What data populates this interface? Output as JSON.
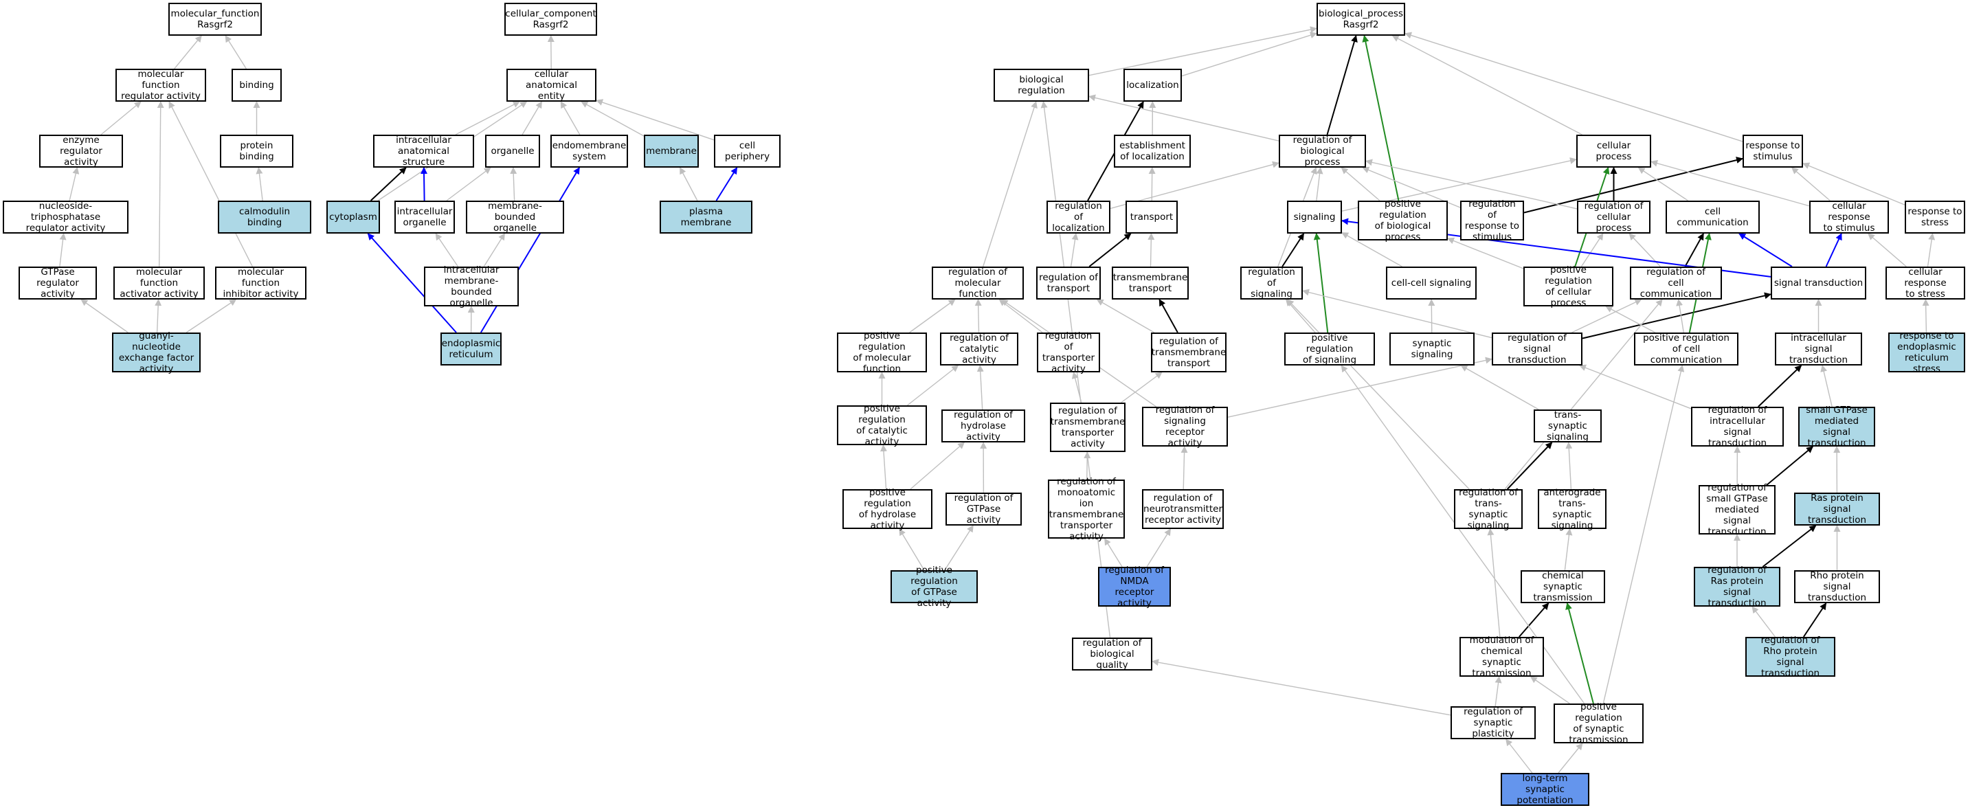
{
  "colors": {
    "annotated": "#add8e6",
    "query": "#6495ed",
    "edge_is_a": "#bfbfbf",
    "edge_part_of": "#000000",
    "edge_positively_regulates": "#228b22",
    "edge_regulates": "#0000ff"
  },
  "nodes": {
    "mf_root": "molecular_function\nRasgrf2",
    "mf_reg_activity": "molecular function\nregulator activity",
    "binding": "binding",
    "enzyme_reg": "enzyme regulator\nactivity",
    "protein_binding": "protein binding",
    "ntpase_reg": "nucleoside-triphosphatase\nregulator activity",
    "calmodulin_binding": "calmodulin binding",
    "gtpase_reg": "GTPase regulator\nactivity",
    "mf_activator": "molecular function\nactivator activity",
    "mf_inhibitor": "molecular function\ninhibitor activity",
    "gnef_activity": "guanyl-nucleotide\nexchange factor\nactivity",
    "cc_root": "cellular_component\nRasgrf2",
    "cell_anat_entity": "cellular anatomical\nentity",
    "intracell_anat": "intracellular\nanatomical structure",
    "organelle": "organelle",
    "endomembrane": "endomembrane\nsystem",
    "membrane": "membrane",
    "cell_periphery": "cell periphery",
    "cytoplasm": "cytoplasm",
    "intracell_organelle": "intracellular\norganelle",
    "membrane_bounded_org": "membrane-bounded\norganelle",
    "plasma_membrane": "plasma membrane",
    "intracell_mb_org": "intracellular\nmembrane-bounded\norganelle",
    "er": "endoplasmic\nreticulum",
    "bp_root": "biological_process\nRasgrf2",
    "bio_reg": "biological regulation",
    "localization": "localization",
    "est_localization": "establishment\nof localization",
    "reg_bio_process": "regulation of\nbiological process",
    "cellular_process": "cellular process",
    "response_stimulus": "response to\nstimulus",
    "reg_localization": "regulation of\nlocalization",
    "transport": "transport",
    "signaling": "signaling",
    "pos_reg_bio_process": "positive regulation\nof biological\nprocess",
    "reg_response_stimulus": "regulation of\nresponse to\nstimulus",
    "reg_cellular_process": "regulation of\ncellular process",
    "cell_communication": "cell communication",
    "cellular_response_stimulus": "cellular response\nto stimulus",
    "response_stress": "response to\nstress",
    "reg_mol_function": "regulation of\nmolecular function",
    "reg_transport": "regulation of\ntransport",
    "transmembrane_transport": "transmembrane\ntransport",
    "reg_signaling": "regulation of\nsignaling",
    "cell_cell_signaling": "cell-cell signaling",
    "pos_reg_cellular_process": "positive regulation\nof cellular\nprocess",
    "reg_cell_comm": "regulation of\ncell communication",
    "signal_transduction": "signal transduction",
    "cellular_response_stress": "cellular response\nto stress",
    "pos_reg_mol_function": "positive regulation\nof molecular\nfunction",
    "reg_catalytic": "regulation of\ncatalytic activity",
    "reg_transporter": "regulation of\ntransporter\nactivity",
    "reg_tm_transport": "regulation of\ntransmembrane\ntransport",
    "pos_reg_signaling": "positive regulation\nof signaling",
    "synaptic_signaling": "synaptic signaling",
    "reg_signal_transduction": "regulation of\nsignal transduction",
    "pos_reg_cell_comm": "positive regulation\nof cell communication",
    "intracell_signal_transduction": "intracellular\nsignal transduction",
    "response_er_stress": "response to\nendoplasmic\nreticulum stress",
    "pos_reg_catalytic": "positive regulation\nof catalytic\nactivity",
    "reg_hydrolase": "regulation of\nhydrolase activity",
    "reg_tm_transporter": "regulation of\ntransmembrane\ntransporter\nactivity",
    "reg_signaling_receptor": "regulation of\nsignaling receptor\nactivity",
    "trans_synaptic_signaling": "trans-synaptic\nsignaling",
    "reg_intracell_signal_transduction": "regulation of\nintracellular\nsignal transduction",
    "small_gtpase_signal": "small GTPase\nmediated signal\ntransduction",
    "pos_reg_hydrolase": "positive regulation\nof hydrolase\nactivity",
    "reg_gtpase": "regulation of\nGTPase activity",
    "reg_monoatomic_ion": "regulation of\nmonoatomic ion\ntransmembrane\ntransporter\nactivity",
    "reg_neurotransmitter_receptor": "regulation of\nneurotransmitter\nreceptor activity",
    "reg_trans_synaptic_signaling": "regulation of\ntrans-synaptic\nsignaling",
    "anterograde": "anterograde\ntrans-synaptic\nsignaling",
    "reg_small_gtpase_signal": "regulation of\nsmall GTPase\nmediated signal\ntransduction",
    "ras_signal": "Ras protein\nsignal transduction",
    "pos_reg_gtpase": "positive regulation\nof GTPase activity",
    "reg_nmda": "regulation of\nNMDA receptor\nactivity",
    "chemical_synaptic": "chemical synaptic\ntransmission",
    "reg_ras_signal": "regulation of\nRas protein\nsignal transduction",
    "rho_signal": "Rho protein\nsignal transduction",
    "reg_bio_quality": "regulation of\nbiological quality",
    "mod_chemical_synaptic": "modulation of\nchemical synaptic\ntransmission",
    "reg_rho_signal": "regulation of\nRho protein\nsignal transduction",
    "reg_synaptic_plasticity": "regulation of\nsynaptic plasticity",
    "pos_reg_synaptic_transmission": "positive regulation\nof synaptic\ntransmission",
    "ltp": "long-term synaptic\npotentiation"
  }
}
